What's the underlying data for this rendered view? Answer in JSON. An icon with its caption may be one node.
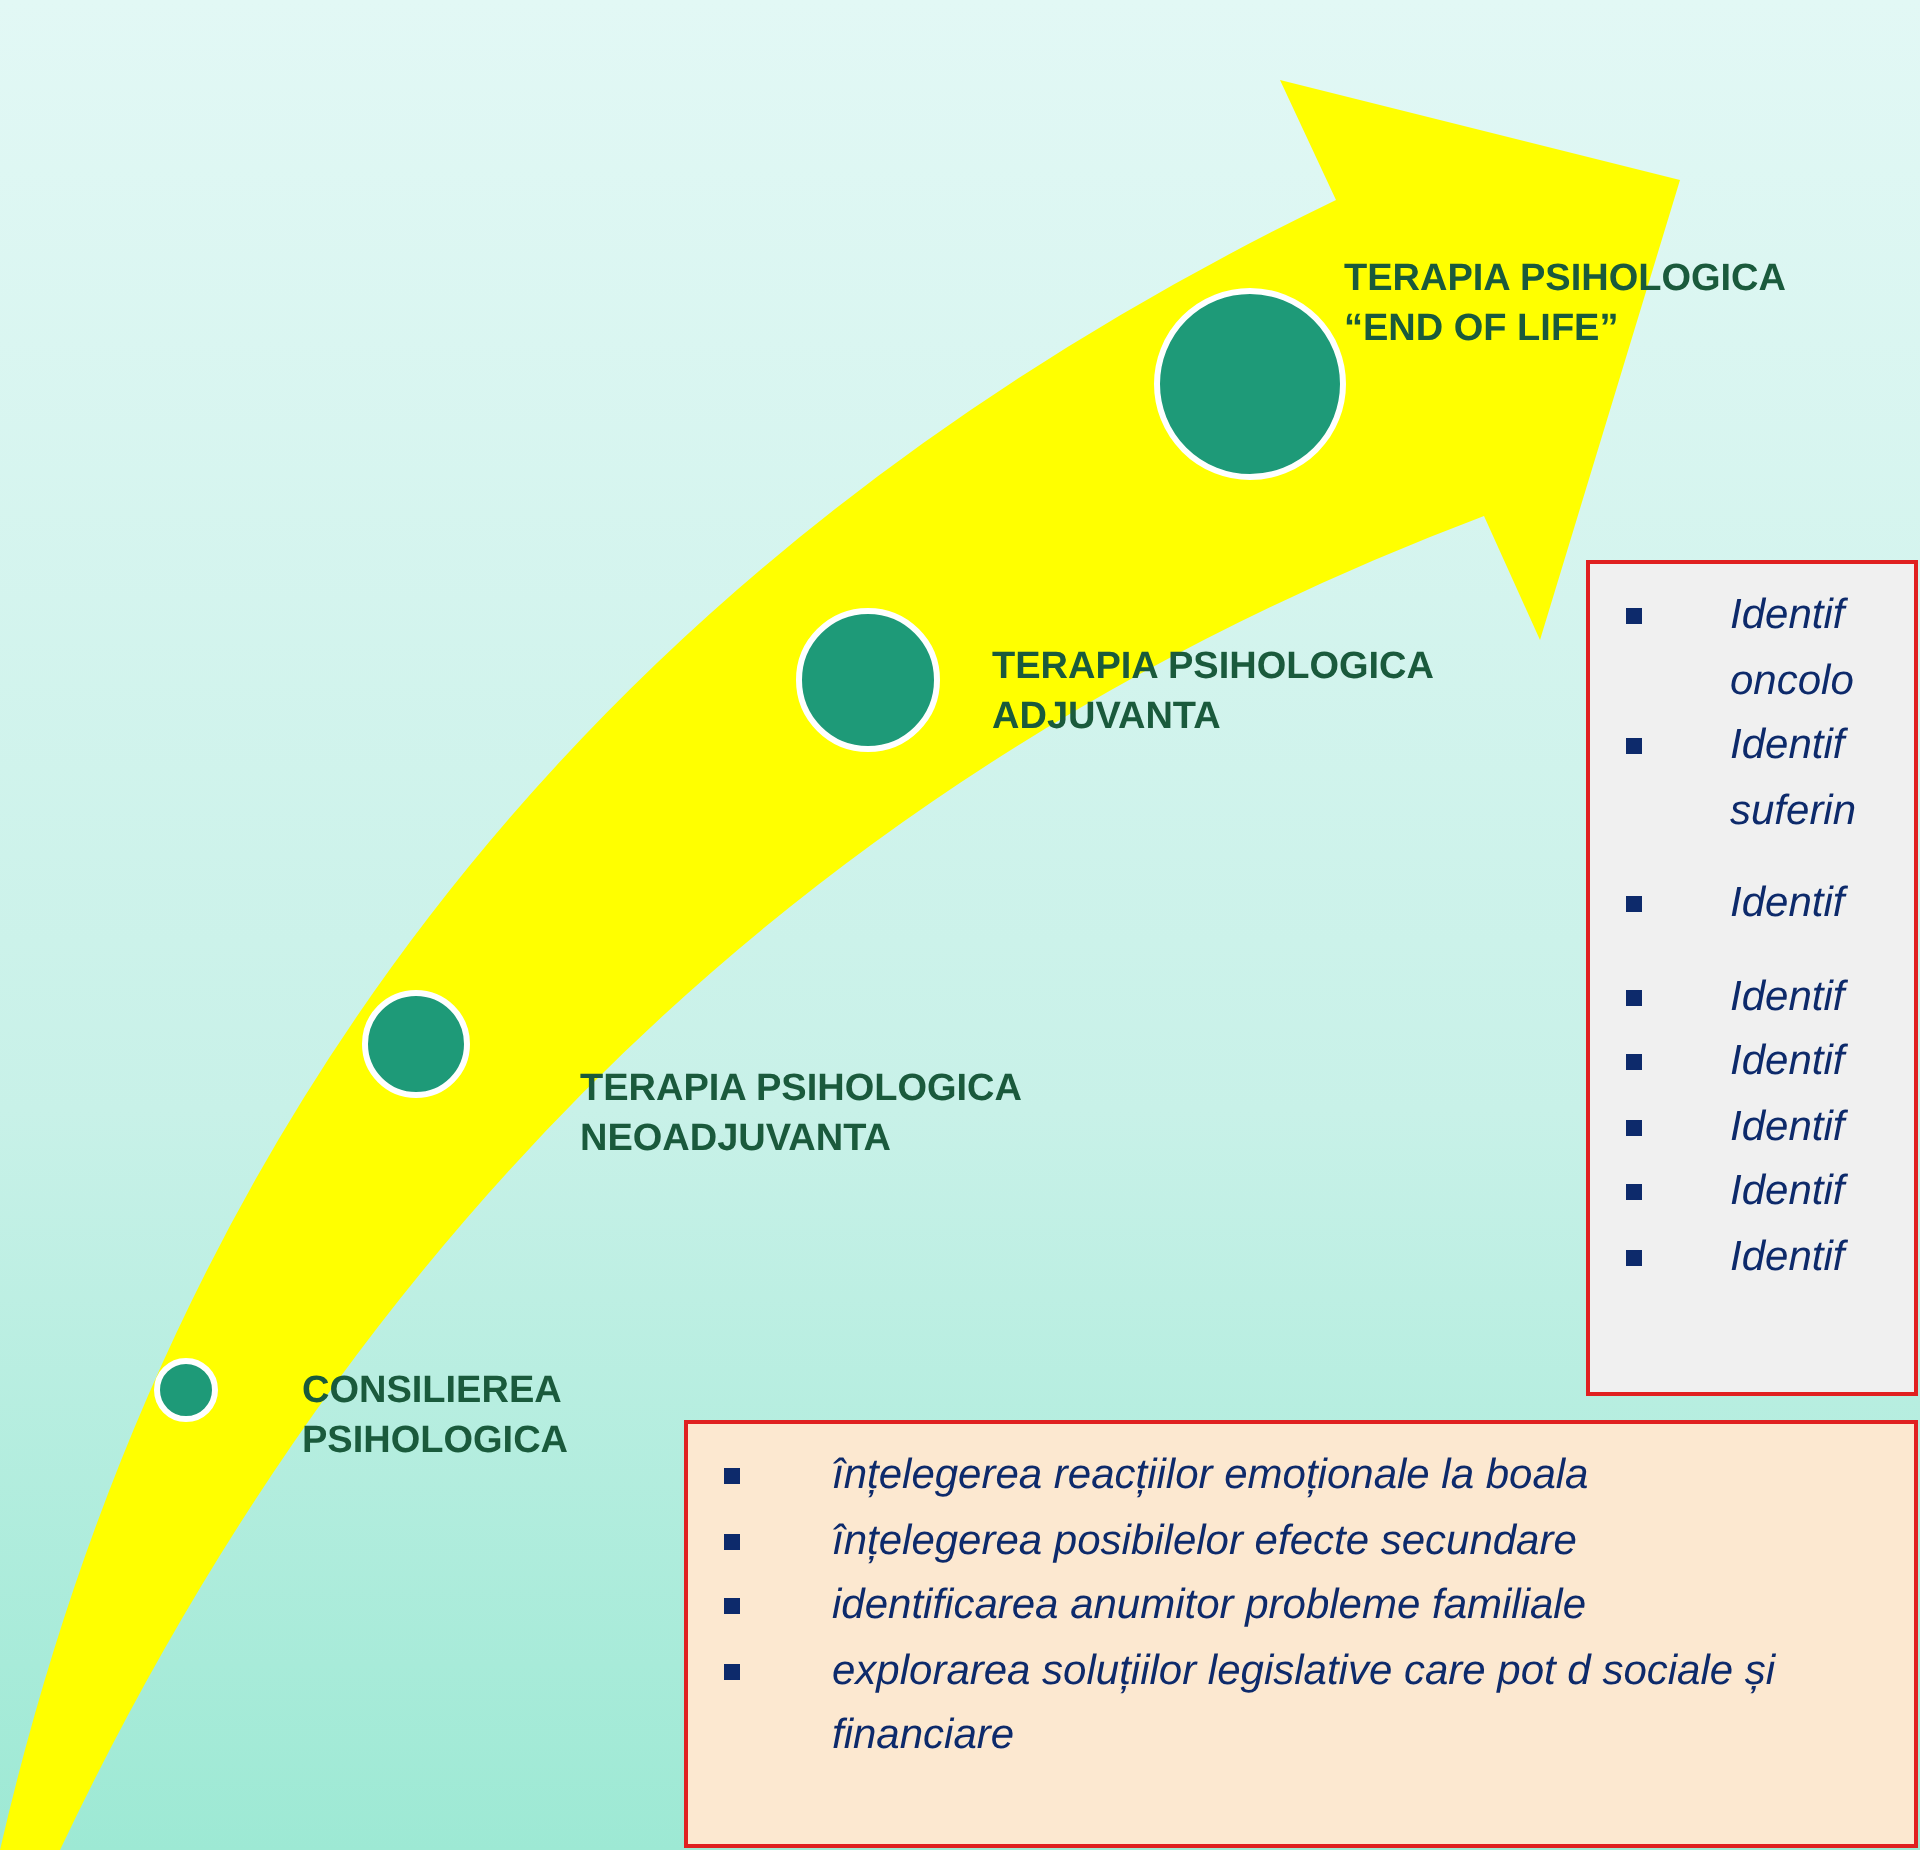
{
  "diagram": {
    "nodes": [
      {
        "text": [],
        "shape": "circle",
        "beside": [
          "TERAPIA PSIHOLOGICA “END OF LIFE”"
        ]
      },
      {
        "text": [
          "Identif oncolo",
          "Identif suferin",
          "Identif",
          "Identif",
          "Identif",
          "Identif",
          "Identif",
          "Identif"
        ]
      },
      {
        "text": [],
        "shape": "circle",
        "beside": [
          "TERAPIA PSIHOLOGICA ADJUVANTA"
        ]
      },
      {
        "text": [],
        "shape": "circle",
        "beside": [
          "TERAPIA PSIHOLOGICA NEOADJUVANTA"
        ]
      },
      {
        "text": [],
        "shape": "circle",
        "beside": [
          "CONSILIEREA PSIHOLOGICA"
        ]
      },
      {
        "text": [
          "înțelegerea reacțiilor emoționale la boala",
          "înțelegerea posibilelor efecte secundare",
          "identificarea anumitor probleme familiale",
          "explorarea soluțiilor legislative care pot d sociale și financiare"
        ]
      }
    ]
  }
}
